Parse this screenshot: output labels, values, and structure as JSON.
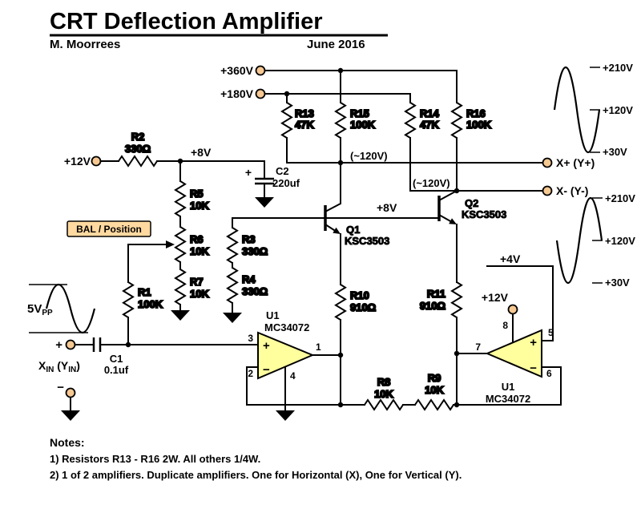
{
  "header": {
    "title": "CRT Deflection Amplifier",
    "author": "M. Moorrees",
    "date": "June 2016"
  },
  "rails": {
    "v360": "+360V",
    "v180": "+180V",
    "v12": "+12V",
    "v8": "+8V",
    "v8_base": "+8V",
    "v12_opamp": "+12V",
    "v4": "+4V",
    "vc1": "(~120V)",
    "vc2": "(~120V)"
  },
  "outputs": {
    "xplus": "X+ (Y+)",
    "xminus": "X- (Y-)"
  },
  "input": {
    "plus": "+",
    "minus": "−",
    "x_main": "X",
    "x_sub": "IN",
    "y_main": " (Y",
    "y_sub": "IN",
    "close": ")"
  },
  "swing": {
    "p1": "5V",
    "sub": "PP",
    "levels": [
      "+210V",
      "+120V",
      "+30V"
    ]
  },
  "bal_label": "BAL / Position",
  "components": {
    "r1": {
      "ref": "R1",
      "val": "100K"
    },
    "r2": {
      "ref": "R2",
      "val": "330Ω"
    },
    "r3": {
      "ref": "R3",
      "val": "330Ω"
    },
    "r4": {
      "ref": "R4",
      "val": "330Ω"
    },
    "r5": {
      "ref": "R5",
      "val": "10K"
    },
    "r6": {
      "ref": "R6",
      "val": "10K"
    },
    "r7": {
      "ref": "R7",
      "val": "10K"
    },
    "r8": {
      "ref": "R8",
      "val": "10K"
    },
    "r9": {
      "ref": "R9",
      "val": "10K"
    },
    "r10": {
      "ref": "R10",
      "val": "910Ω"
    },
    "r11": {
      "ref": "R11",
      "val": "910Ω"
    },
    "r13": {
      "ref": "R13",
      "val": "47K"
    },
    "r14": {
      "ref": "R14",
      "val": "47K"
    },
    "r15": {
      "ref": "R15",
      "val": "100K"
    },
    "r16": {
      "ref": "R16",
      "val": "100K"
    },
    "c1": {
      "ref": "C1",
      "val": "0.1uf"
    },
    "c2": {
      "ref": "C2",
      "val": "220uf",
      "plus": "+"
    },
    "q1": {
      "ref": "Q1",
      "val": "KSC3503"
    },
    "q2": {
      "ref": "Q2",
      "val": "KSC3503"
    },
    "u1a": {
      "ref": "U1",
      "val": "MC34072",
      "plus": "+",
      "minus": "−",
      "pins": {
        "inp": "3",
        "inn": "2",
        "out": "1",
        "gnd": "4"
      }
    },
    "u1b": {
      "ref": "U1",
      "val": "MC34072",
      "plus": "+",
      "minus": "−",
      "pins": {
        "inp": "5",
        "inn": "6",
        "out": "7",
        "vcc": "8"
      }
    }
  },
  "notes": {
    "heading": "Notes:",
    "line1": "1) Resistors R13 - R16 2W. All others 1/4W.",
    "line2": "2) 1 of 2 amplifiers. Duplicate amplifiers. One for Horizontal (X), One for Vertical (Y)."
  },
  "colors": {
    "wire": "#000000",
    "terminal": "#F6C892",
    "opamp": "#FFFF9E",
    "bal_box": "#FFD9A0",
    "background": "#FFFFFF"
  }
}
